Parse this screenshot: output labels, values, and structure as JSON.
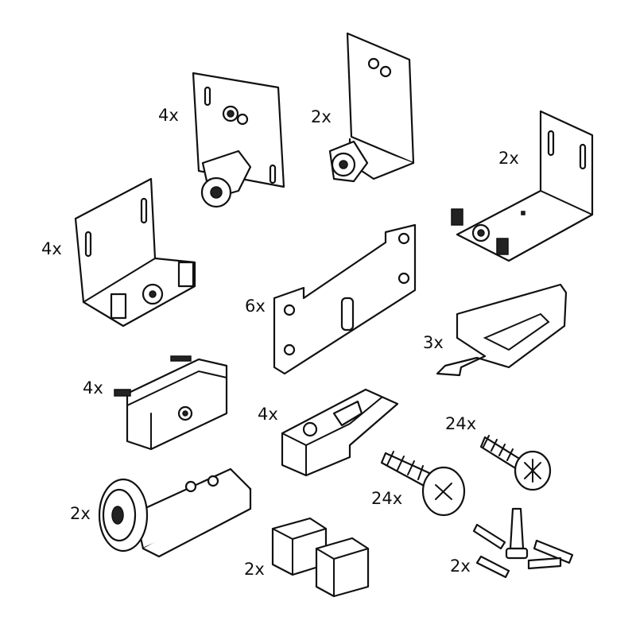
{
  "parts": [
    {
      "id": "roller-bracket-large",
      "qty": "4x"
    },
    {
      "id": "roller-bracket-tall",
      "qty": "2x"
    },
    {
      "id": "u-bracket-right",
      "qty": "2x"
    },
    {
      "id": "u-bracket-left",
      "qty": "4x"
    },
    {
      "id": "track-plate",
      "qty": "6x"
    },
    {
      "id": "clip",
      "qty": "3x"
    },
    {
      "id": "stopper",
      "qty": "4x"
    },
    {
      "id": "guide-block",
      "qty": "4x"
    },
    {
      "id": "wood-screw-small",
      "qty": "24x"
    },
    {
      "id": "wood-screw-large",
      "qty": "24x"
    },
    {
      "id": "floor-guide-roller",
      "qty": "2x"
    },
    {
      "id": "cube-block",
      "qty": "2x"
    },
    {
      "id": "machine-screw",
      "qty": "2x"
    }
  ]
}
